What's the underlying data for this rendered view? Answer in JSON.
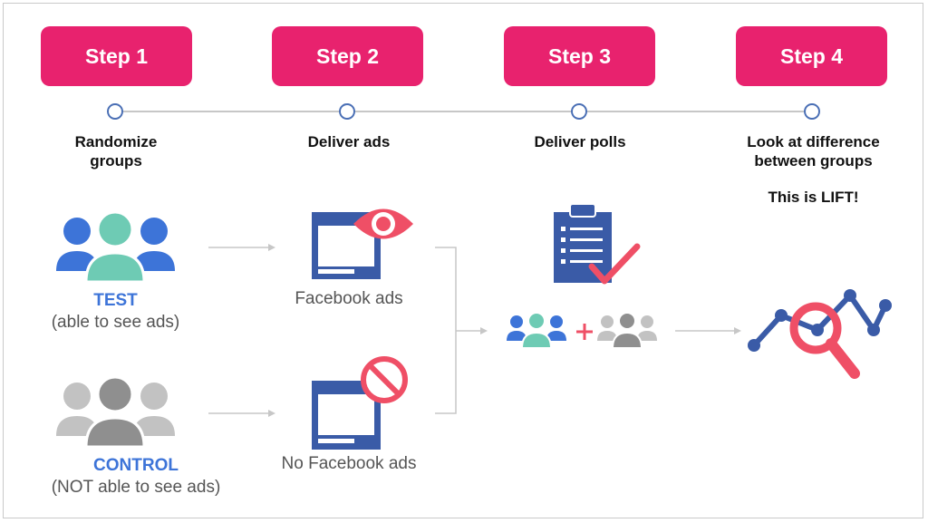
{
  "steps": [
    {
      "label": "Step 1",
      "description": "Randomize groups"
    },
    {
      "label": "Step 2",
      "description": "Deliver ads"
    },
    {
      "label": "Step 3",
      "description": "Deliver polls"
    },
    {
      "label": "Step 4",
      "description": "Look at difference between groups"
    }
  ],
  "lift_note": "This is LIFT!",
  "groups": {
    "test": {
      "name": "TEST",
      "note": "(able to see ads)"
    },
    "control": {
      "name": "CONTROL",
      "note": "(NOT able to see ads)"
    }
  },
  "ads": {
    "test_label": "Facebook ads",
    "control_label": "No Facebook ads"
  },
  "colors": {
    "accent": "#e8226e",
    "blue": "#3d74d8",
    "teal": "#6ecbb4",
    "gray": "#a6a6a6",
    "navy": "#3a5ba7",
    "red": "#ef4f66"
  },
  "icons": [
    "people-test-icon",
    "people-control-icon",
    "eye-icon",
    "no-entry-icon",
    "clipboard-check-icon",
    "magnifier-chart-icon"
  ]
}
